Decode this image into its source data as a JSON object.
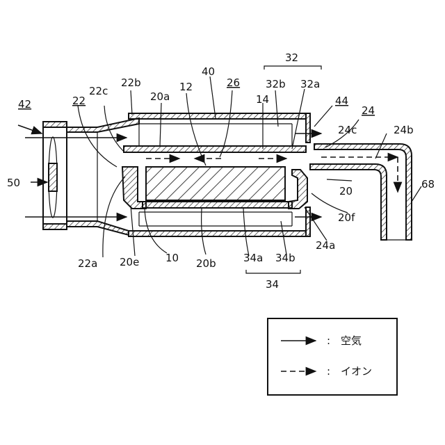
{
  "labels": {
    "l42": "42",
    "l22": "22",
    "l22c": "22c",
    "l22b": "22b",
    "l20a": "20a",
    "l12": "12",
    "l26": "26",
    "l40": "40",
    "l32": "32",
    "l32b": "32b",
    "l32a": "32a",
    "l14": "14",
    "l44": "44",
    "l24": "24",
    "l24c": "24c",
    "l24b": "24b",
    "l50": "50",
    "l20": "20",
    "l68": "68",
    "l20f": "20f",
    "l24a": "24a",
    "l22a": "22a",
    "l20e": "20e",
    "l10": "10",
    "l20b": "20b",
    "l34a": "34a",
    "l34b": "34b",
    "l34": "34"
  },
  "legend": {
    "air_colon": ":",
    "air_label": "空気",
    "ion_colon": ":",
    "ion_label": "イオン"
  }
}
